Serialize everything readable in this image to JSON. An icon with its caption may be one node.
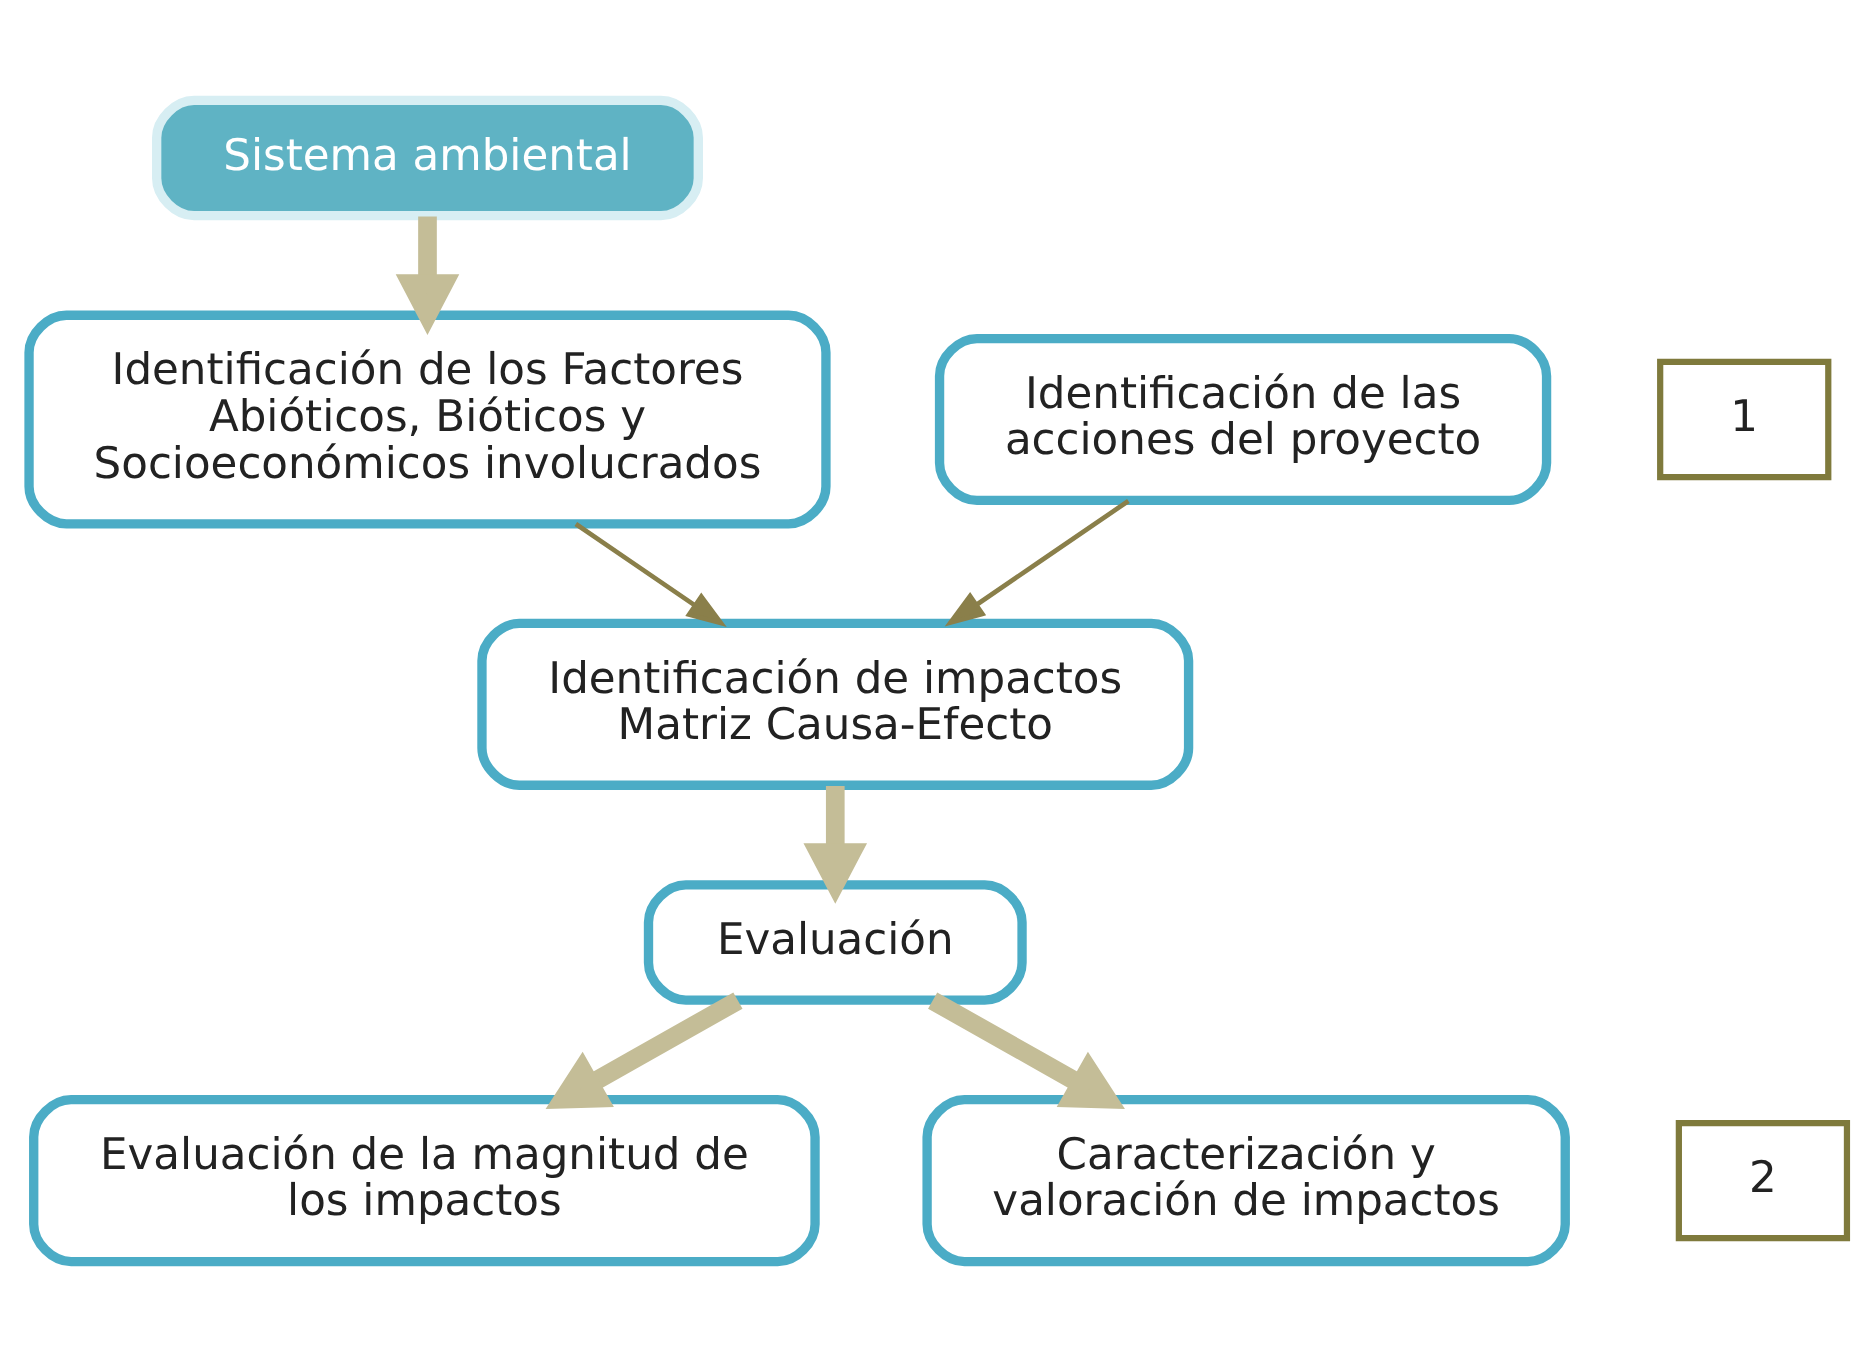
{
  "diagram": {
    "nodes": [
      {
        "text": [
          "Sistema ambiental"
        ]
      },
      {
        "text": [
          "1"
        ]
      },
      {
        "text": [
          "Identificación de los Factores Abióticos, Bióticos y Socioeconómicos involucrados"
        ]
      },
      {
        "text": [
          "Identificación de las acciones del proyecto"
        ]
      },
      {
        "text": [
          "Identificación de impactos",
          "Matriz Causa-Efecto"
        ]
      },
      {
        "text": [
          "Evaluación"
        ]
      },
      {
        "text": [
          "2"
        ]
      },
      {
        "text": [
          "Evaluación de la magnitud de los impactos"
        ]
      },
      {
        "text": [
          "Caracterización y valoración de impactos"
        ]
      }
    ],
    "edges": [
      {
        "from": 0,
        "to": 2,
        "arrow": "to"
      },
      {
        "from": 2,
        "to": 4,
        "arrow": "to",
        "color": "#8a7f4a"
      },
      {
        "from": 3,
        "to": 4,
        "arrow": "to",
        "color": "#8a7f4a"
      },
      {
        "from": 4,
        "to": 5,
        "arrow": "to"
      },
      {
        "from": 5,
        "to": 7,
        "arrow": "to"
      },
      {
        "from": 5,
        "to": 8,
        "arrow": "to"
      }
    ]
  }
}
